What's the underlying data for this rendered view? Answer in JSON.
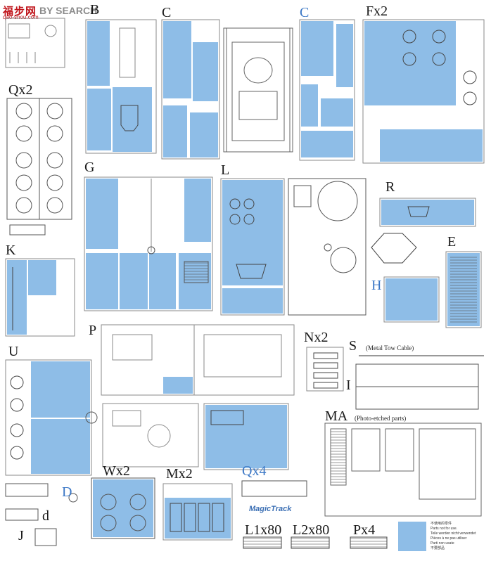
{
  "watermark": {
    "brand": "福步网",
    "search": "BY SEARCH",
    "url": "qao-shou.com"
  },
  "sprues": {
    "B": "B",
    "C1": "C",
    "C2": "C",
    "Fx2": "Fx2",
    "Qx2": "Qx2",
    "G": "G",
    "L": "L",
    "R": "R",
    "E": "E",
    "K": "K",
    "H": "H",
    "P": "P",
    "Nx2": "Nx2",
    "S": "S",
    "S_note": "(Metal Tow Cable)",
    "I": "I",
    "U": "U",
    "MA": "MA",
    "MA_note": "(Photo-etched parts)",
    "Wx2": "Wx2",
    "Mx2": "Mx2",
    "Qx4": "Qx4",
    "D": "D",
    "d": "d",
    "J": "J",
    "L1x80": "L1x80",
    "L2x80": "L2x80",
    "Px4": "Px4"
  },
  "logo": "MagicTrack",
  "legend": {
    "line1": "不使用的零件",
    "line2": "Parts not for use.",
    "line3": "Teile werden nicht verwendet",
    "line4": "Pièces à ne pas utiliser",
    "line5": "Parti non usate",
    "line6": "不要部品"
  },
  "colors": {
    "part_blue": "#8ebde7",
    "frame": "#9a9a9a",
    "label_blue": "#3c78c6"
  }
}
